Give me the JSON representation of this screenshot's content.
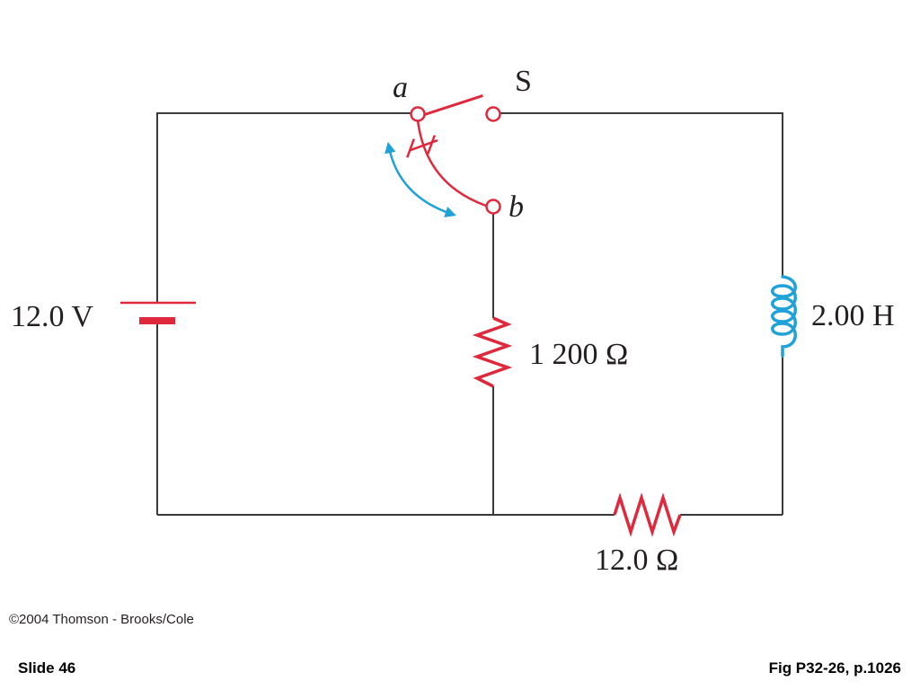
{
  "colors": {
    "wire": "#3a3a3a",
    "component": "#e0283c",
    "inductor": "#1ea2d8",
    "arrow": "#1ea2d8",
    "text": "#231f20"
  },
  "labels": {
    "terminal_a": "a",
    "terminal_b": "b",
    "switch": "S",
    "battery": "12.0 V",
    "resistor_middle": "1 200 Ω",
    "inductor": "2.00 H",
    "resistor_bottom": "12.0 Ω"
  },
  "footer": {
    "copyright": "©2004 Thomson - Brooks/Cole",
    "slide_number": "Slide 46",
    "figure_ref": "Fig P32-26, p.1026"
  }
}
